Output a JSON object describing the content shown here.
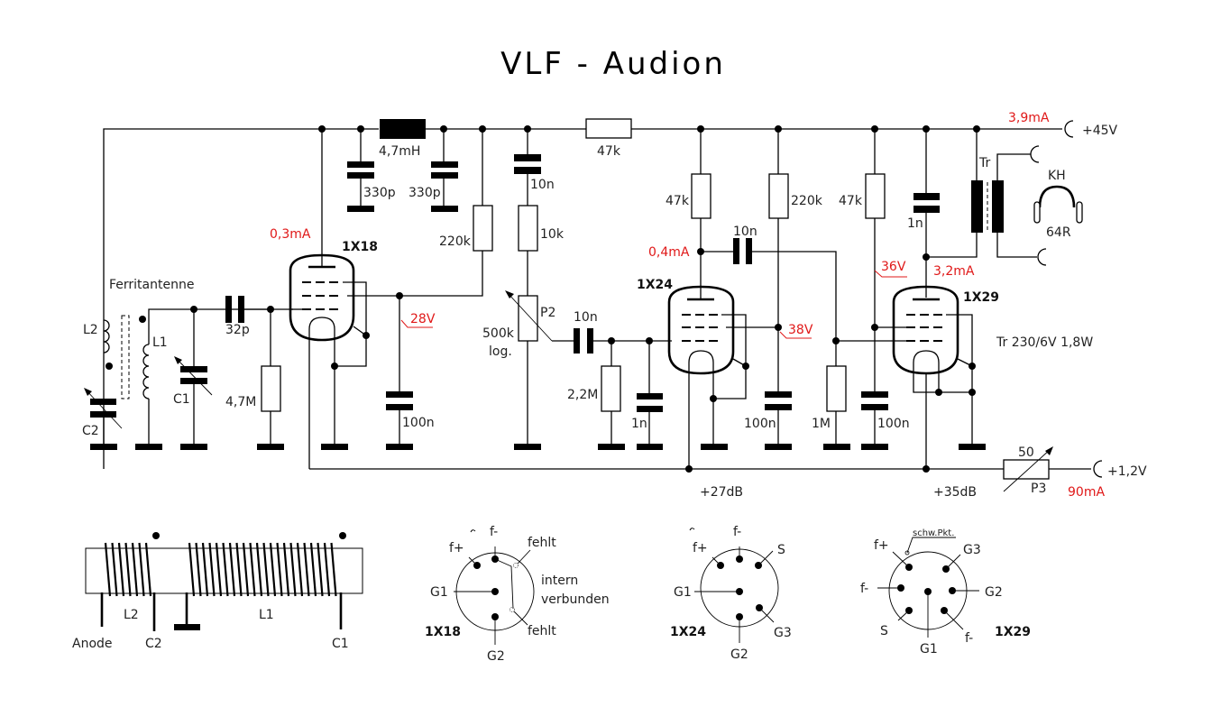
{
  "title": "VLF - Audion",
  "components": {
    "inductor_choke": "4,7mH",
    "c_330p_a": "330p",
    "c_330p_b": "330p",
    "r_220k_a": "220k",
    "c_10n_top": "10n",
    "r_10k": "10k",
    "r_47k_series": "47k",
    "r_47k_plate2": "47k",
    "r_220k_b": "220k",
    "r_47k_c": "47k",
    "c_1n_out": "1n",
    "transformer": "Tr",
    "headphones": "KH",
    "headphones_impedance": "64R",
    "antenna": "Ferritantenne",
    "l2": "L2",
    "l1": "L1",
    "c1": "C1",
    "c2": "C2",
    "c_32p": "32p",
    "r_4_7M": "4,7M",
    "c_100n_a": "100n",
    "p2": "P2",
    "p2_value": "500k",
    "p2_taper": "log.",
    "c_10n_coupling": "10n",
    "r_2_2M": "2,2M",
    "c_1n_grid": "1n",
    "c_10n_coupling2": "10n",
    "c_100n_b": "100n",
    "r_1M": "1M",
    "c_100n_c": "100n",
    "transformer_spec": "Tr 230/6V 1,8W",
    "p3_value": "50",
    "p3": "P3"
  },
  "tubes": {
    "v1": "1X18",
    "v2": "1X24",
    "v3": "1X29"
  },
  "measurements": {
    "i_v1": "0,3mA",
    "u_v1_g2": "28V",
    "i_v2": "0,4mA",
    "u_v2_g2": "38V",
    "u_v3_g2": "36V",
    "i_v3": "3,2mA",
    "i_total": "3,9mA",
    "i_heater": "90mA"
  },
  "supply": {
    "anode": "+45V",
    "heater": "+1,2V"
  },
  "gain": {
    "stage2": "+27dB",
    "stage3": "+35dB"
  },
  "ferrite_detail": {
    "anode": "Anode",
    "c2": "C2",
    "c1": "C1",
    "l2": "L2",
    "l1": "L1"
  },
  "pinouts": {
    "p1x18": {
      "name": "1X18",
      "f_plus": "f+",
      "f_minus": "f-",
      "g1": "G1",
      "g2": "G2",
      "missing_a": "fehlt",
      "missing_b": "fehlt",
      "note_line1": "intern",
      "note_line2": "verbunden"
    },
    "p1x24": {
      "name": "1X24",
      "f_plus": "f+",
      "f_minus": "f-",
      "s": "S",
      "g1": "G1",
      "g2": "G2",
      "g3": "G3"
    },
    "p1x29": {
      "name": "1X29",
      "mark": "schw.Pkt.",
      "f_plus": "f+",
      "g3": "G3",
      "f_minus_a": "f-",
      "g2": "G2",
      "s": "S",
      "g1": "G1",
      "f_minus_b": "f-"
    }
  }
}
